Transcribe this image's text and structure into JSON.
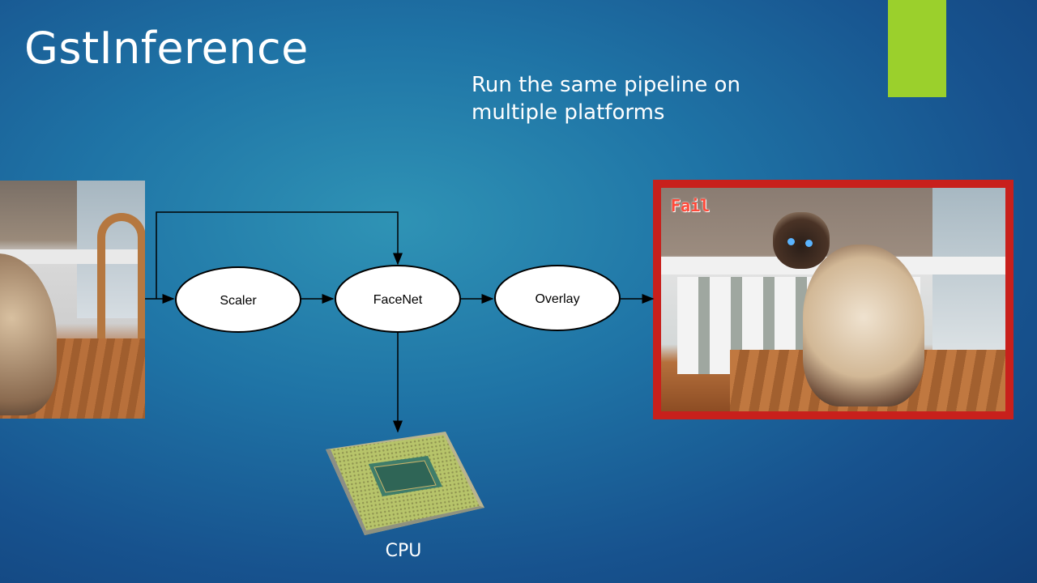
{
  "slide": {
    "title": "GstInference",
    "subtitle": "Run the same pipeline on multiple platforms",
    "accent_color": "#9bd02c"
  },
  "pipeline": {
    "nodes": [
      "Scaler",
      "FaceNet",
      "Overlay"
    ],
    "backend_label": "CPU"
  },
  "output": {
    "overlay_label": "Fail",
    "frame_color": "#c8201c"
  }
}
